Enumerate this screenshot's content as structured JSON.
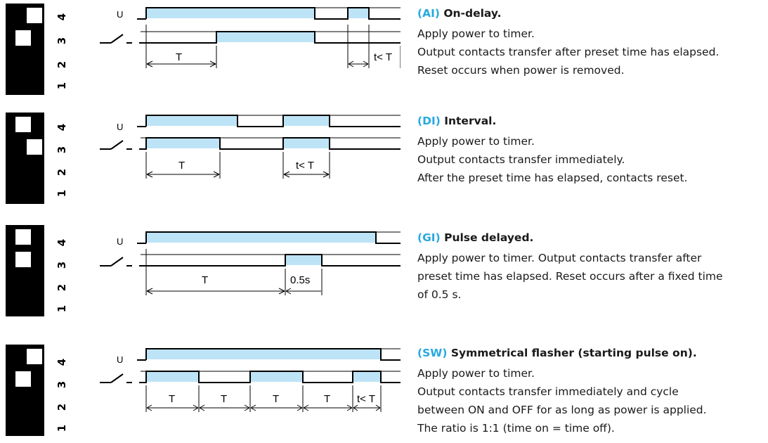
{
  "colors": {
    "pulse_fill": "#bde3f6",
    "accent": "#27a9e1",
    "line": "#000000"
  },
  "common": {
    "power_label": "U",
    "contact_icon": "switch-contact-icon"
  },
  "modes": [
    {
      "id": "ai",
      "dip_numbers": [
        "4",
        "3",
        "2",
        "1"
      ],
      "dip_on": [
        true,
        true,
        false,
        false
      ],
      "code": "(AI)",
      "title": "On-delay.",
      "lines": [
        "Apply power to timer.",
        "Output contacts transfer after preset time has elapsed.",
        "Reset occurs when power is removed."
      ],
      "dims": [
        "T",
        "t< T"
      ]
    },
    {
      "id": "di",
      "dip_numbers": [
        "4",
        "3",
        "2",
        "1"
      ],
      "dip_on": [
        true,
        false,
        false,
        false
      ],
      "code": "(DI)",
      "title": "Interval.",
      "lines": [
        "Apply power to timer.",
        "Output contacts transfer immediately.",
        "After the preset time has elapsed, contacts reset."
      ],
      "dims": [
        "T",
        "t< T"
      ]
    },
    {
      "id": "gi",
      "dip_numbers": [
        "4",
        "3",
        "2",
        "1"
      ],
      "dip_on": [
        true,
        true,
        false,
        false
      ],
      "code": "(GI)",
      "title": "Pulse delayed.",
      "lines": [
        "Apply power to timer. Output contacts transfer after",
        "preset time has elapsed. Reset occurs after a fixed time",
        "of 0.5 s."
      ],
      "dims": [
        "T",
        "0.5s"
      ]
    },
    {
      "id": "sw",
      "dip_numbers": [
        "4",
        "3",
        "2",
        "1"
      ],
      "dip_on": [
        false,
        true,
        false,
        false
      ],
      "code": "(SW)",
      "title": "Symmetrical flasher (starting pulse on).",
      "lines": [
        "Apply power to timer.",
        "Output contacts transfer immediately and cycle",
        "between ON and OFF for as long as power is applied.",
        "The ratio is 1:1 (time on = time off)."
      ],
      "dims": [
        "T",
        "T",
        "T",
        "T",
        "t< T"
      ]
    }
  ]
}
